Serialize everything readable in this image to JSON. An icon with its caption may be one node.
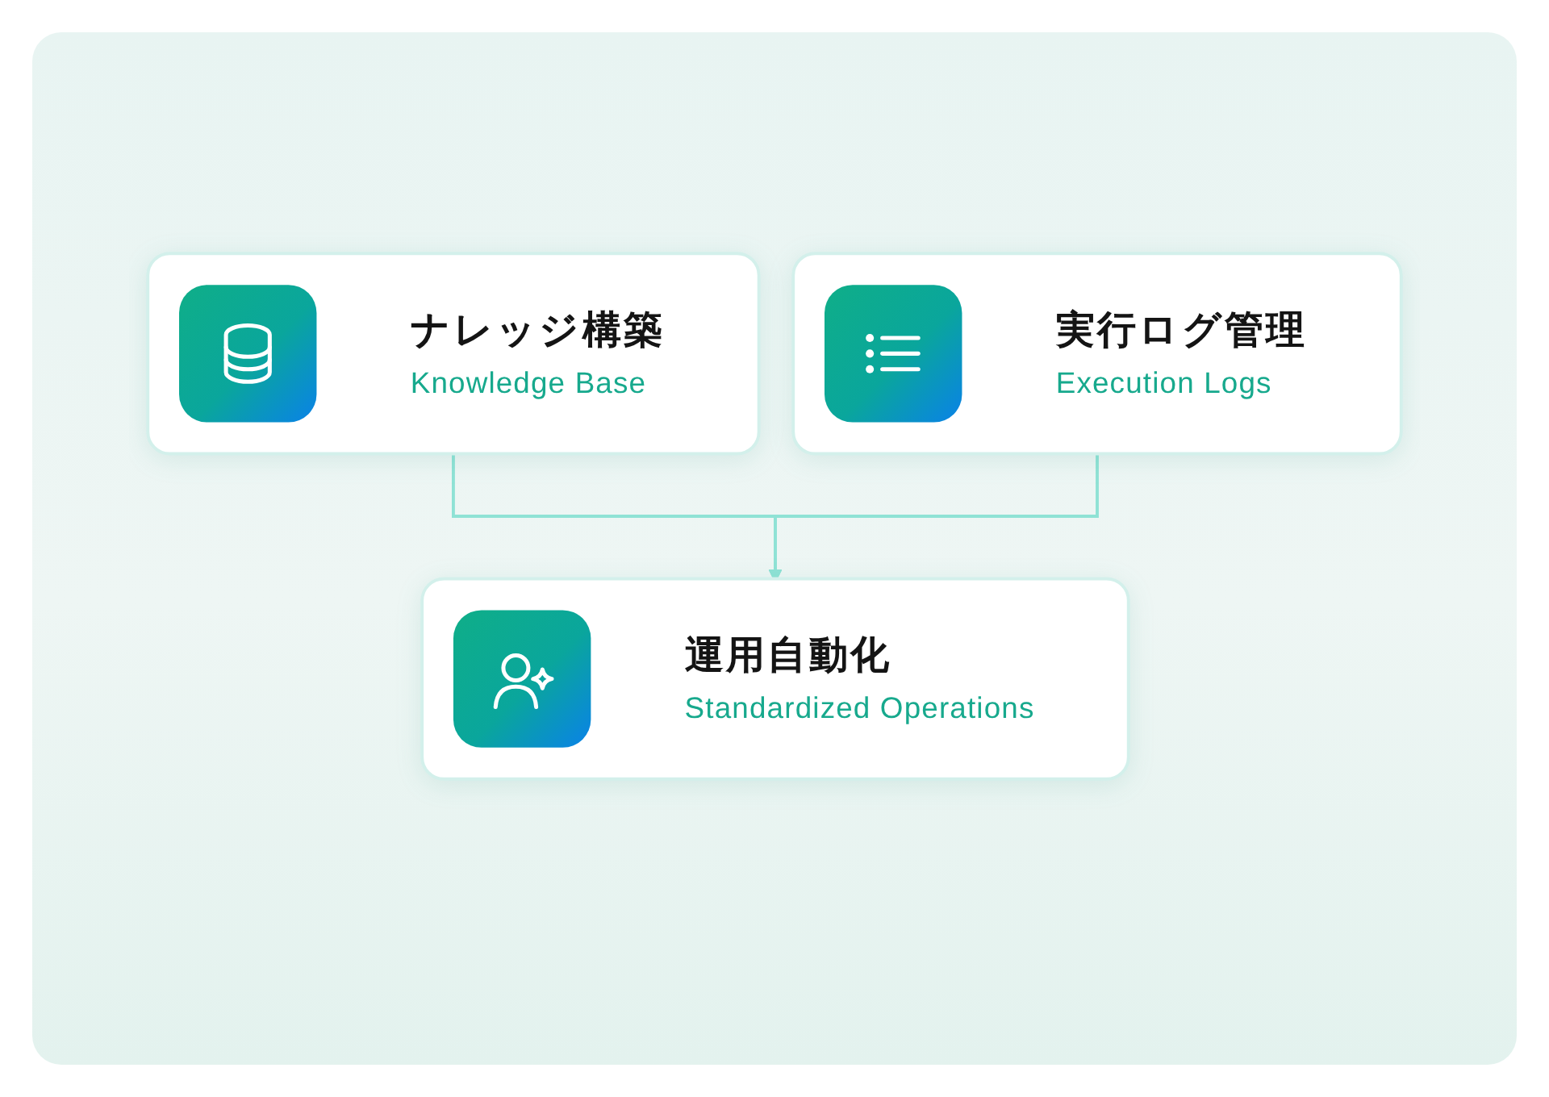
{
  "diagram": {
    "nodes": [
      {
        "text": [
          "ナレッジ構築",
          "Knowledge Base"
        ]
      },
      {
        "text": [
          "実行ログ管理",
          "Execution Logs"
        ]
      },
      {
        "text": [
          "運用自動化",
          "Standardized Operations"
        ]
      }
    ],
    "edges": [
      {
        "from": 0,
        "to": 2,
        "arrow": "to"
      },
      {
        "from": 1,
        "to": 2,
        "arrow": "to"
      }
    ]
  }
}
